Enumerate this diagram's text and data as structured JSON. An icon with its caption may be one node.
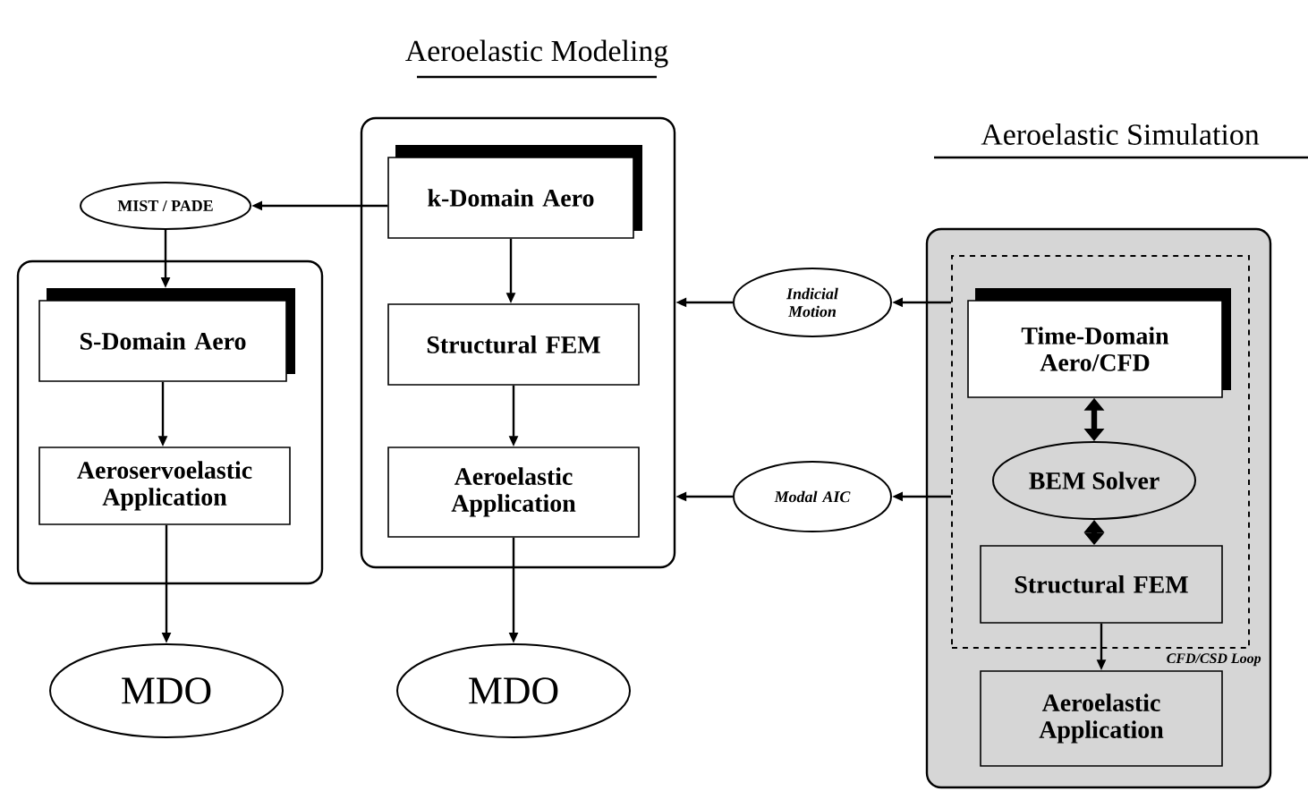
{
  "diagram": {
    "nodes": [
      {
        "text": [],
        "shape": "box"
      },
      {
        "text": [
          "S-Domain Aero"
        ],
        "in": 0
      },
      {
        "text": [
          "Aeroservoelastic Application"
        ],
        "in": 0
      },
      {
        "text": [
          "MIST / PADE"
        ]
      },
      {
        "text": [
          "MDO"
        ]
      },
      {
        "text": [],
        "shape": "box"
      },
      {
        "text": [
          "k-Domain Aero"
        ],
        "in": 5
      },
      {
        "text": [
          "Structural FEM"
        ],
        "in": 5
      },
      {
        "text": [
          "Aeroelastic Application"
        ],
        "in": 5
      },
      {
        "text": [
          "MDO"
        ]
      },
      {
        "text": [
          "Indicial Motion"
        ]
      },
      {
        "text": [
          "Modal AIC"
        ]
      },
      {
        "text": [],
        "shape": "box"
      },
      {
        "text": [
          "CFD/CSD Loop"
        ],
        "in": 12
      },
      {
        "text": [
          "Time-Domain Aero/CFD"
        ],
        "in": 13
      },
      {
        "text": [
          "BEM Solver"
        ],
        "in": 13
      },
      {
        "text": [
          "Structural FEM"
        ],
        "in": 13
      },
      {
        "text": [
          "Aeroelastic Application"
        ],
        "in": 12
      }
    ],
    "edges": [
      {
        "from": 6,
        "to": 3,
        "arrow": "to"
      },
      {
        "from": 3,
        "to": 1,
        "arrow": "to"
      },
      {
        "from": 1,
        "to": 2,
        "arrow": "to"
      },
      {
        "from": 2,
        "to": 4,
        "arrow": "to"
      },
      {
        "from": 6,
        "to": 7,
        "arrow": "to"
      },
      {
        "from": 7,
        "to": 8,
        "arrow": "to"
      },
      {
        "from": 8,
        "to": 9,
        "arrow": "to"
      },
      {
        "from": 13,
        "to": 10,
        "arrow": "to"
      },
      {
        "from": 10,
        "to": 5,
        "arrow": "to"
      },
      {
        "from": 13,
        "to": 11,
        "arrow": "to"
      },
      {
        "from": 11,
        "to": 5,
        "arrow": "to"
      },
      {
        "from": 14,
        "to": 15,
        "arrow": "both",
        "style": "thick"
      },
      {
        "from": 15,
        "to": 16,
        "arrow": "both",
        "style": "thick"
      },
      {
        "from": 16,
        "to": 17,
        "arrow": "to"
      }
    ],
    "labels": [
      "Aeroelastic Modeling",
      "Aeroelastic Simulation"
    ]
  }
}
